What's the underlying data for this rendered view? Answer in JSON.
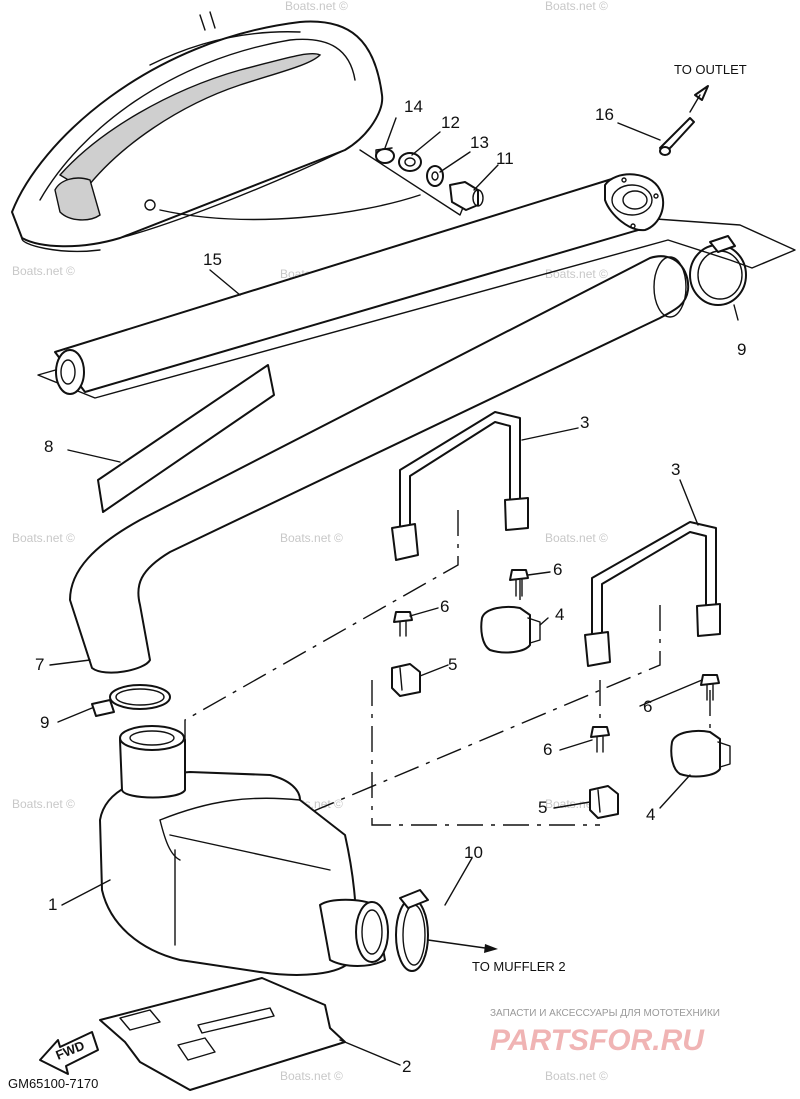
{
  "diagram_code": "GM65100-7170",
  "watermark": "Boats.net ©",
  "brand_tagline": "ЗАПАСТИ И АКСЕССУАРЫ ДЛЯ МОТОТЕХНИКИ",
  "brand_name": "PARTSFOR.RU",
  "fwd_label": "FWD",
  "notes": {
    "to_outlet": "TO OUTLET",
    "to_muffler2": "TO MUFFLER 2"
  },
  "callouts": {
    "c1": "1",
    "c2": "2",
    "c3a": "3",
    "c3b": "3",
    "c4a": "4",
    "c4b": "4",
    "c5a": "5",
    "c5b": "5",
    "c6a": "6",
    "c6b": "6",
    "c6c": "6",
    "c6d": "6",
    "c7": "7",
    "c8": "8",
    "c9a": "9",
    "c9b": "9",
    "c10": "10",
    "c11": "11",
    "c12": "12",
    "c13": "13",
    "c14": "14",
    "c15": "15",
    "c16": "16"
  }
}
